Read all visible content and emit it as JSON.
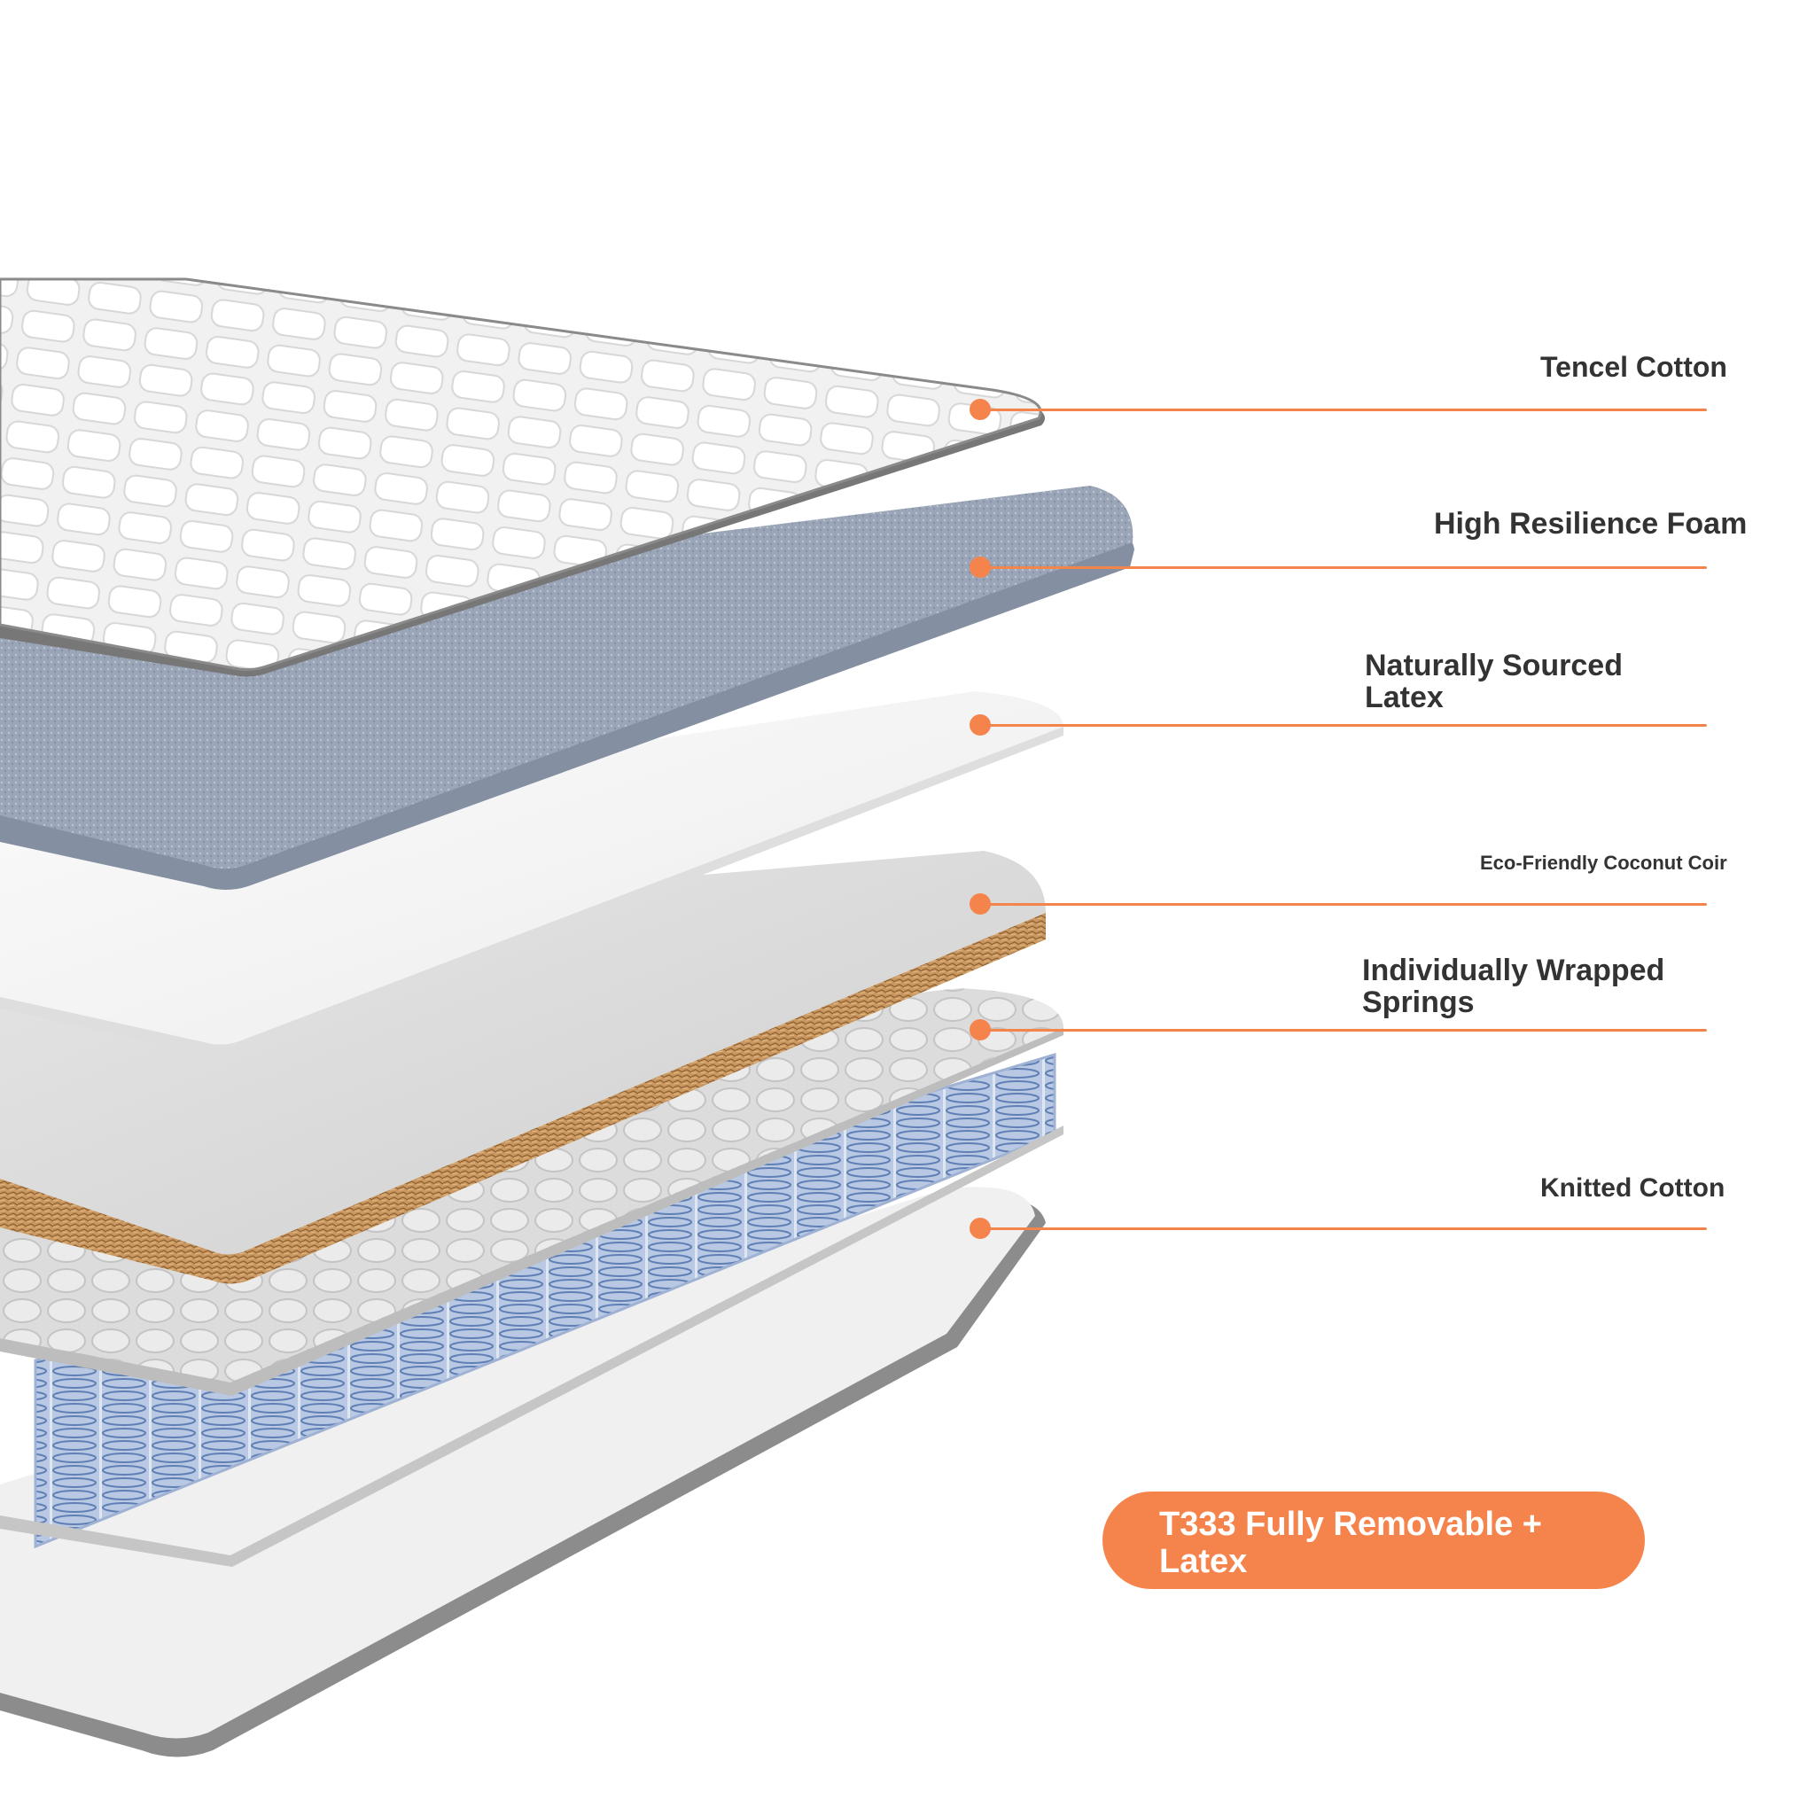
{
  "colors": {
    "accent": "#f5844c",
    "label_text": "#333333",
    "spring_blue": "#8ea6cf",
    "foam_grey": "#9ca6b8",
    "coir_brown": "#c9975f"
  },
  "layers": [
    {
      "id": "tencel",
      "label": "Tencel Cotton",
      "icon": "quilted-cover-icon"
    },
    {
      "id": "foam",
      "label": "High Resilience Foam",
      "icon": "foam-layer-icon"
    },
    {
      "id": "latex",
      "label": "Naturally Sourced\nLatex",
      "icon": "latex-layer-icon"
    },
    {
      "id": "coir",
      "label": "Eco-Friendly Coconut Coir",
      "icon": "coir-layer-icon"
    },
    {
      "id": "springs",
      "label": "Individually Wrapped\nSprings",
      "icon": "spring-coil-icon"
    },
    {
      "id": "knitted",
      "label": "Knitted Cotton",
      "icon": "knit-base-icon"
    }
  ],
  "badge": {
    "text": "T333 Fully Removable +\nLatex"
  }
}
